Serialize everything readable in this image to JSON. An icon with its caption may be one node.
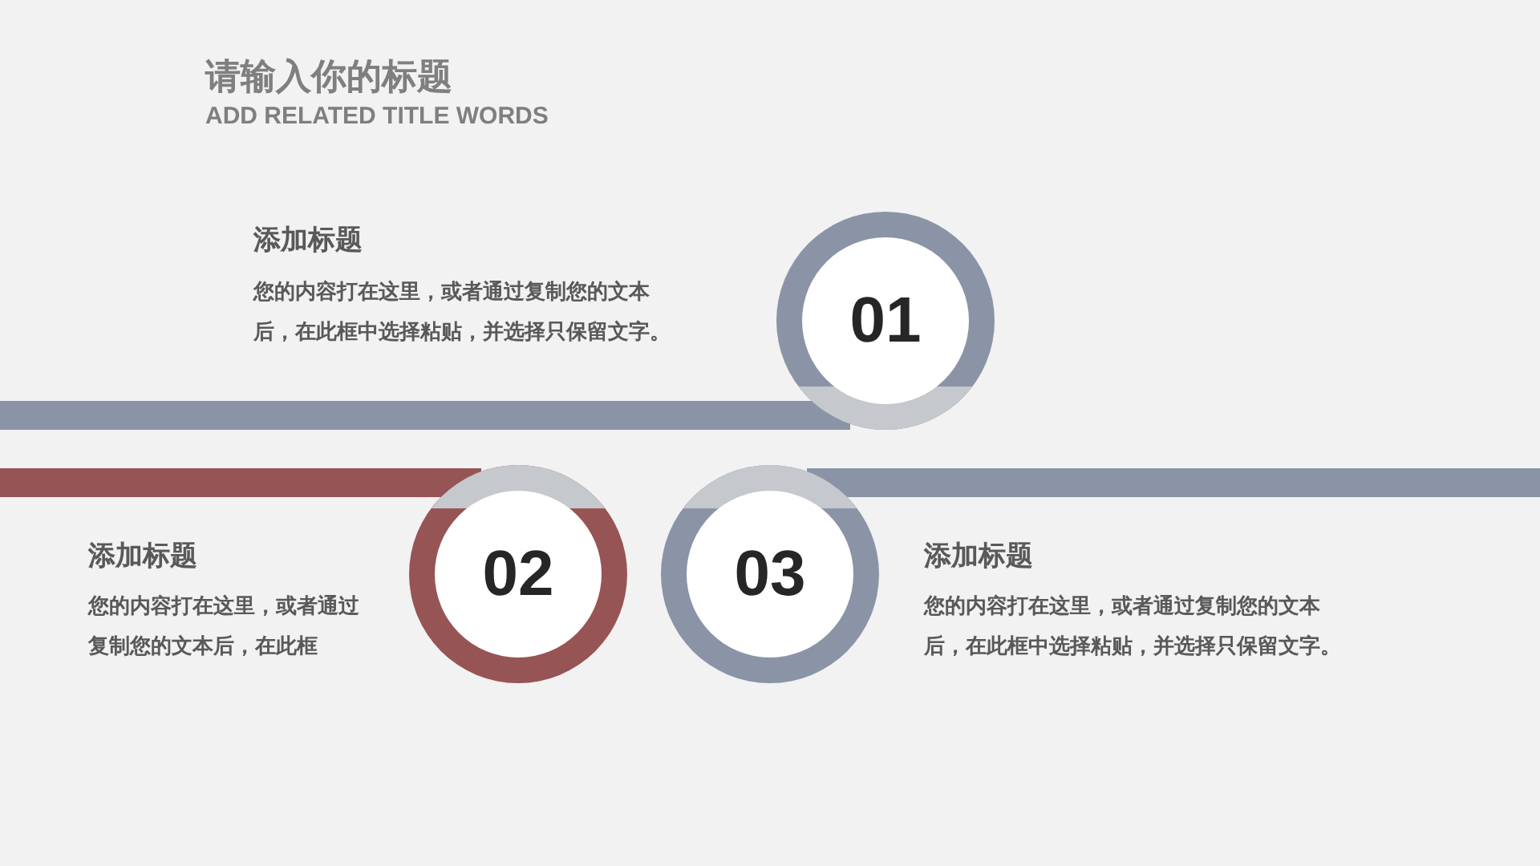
{
  "diagram": {
    "title": "请输入你的标题",
    "caption": "ADD RELATED TITLE WORDS",
    "nodes": [
      {
        "text": [
          "01"
        ],
        "beside": [
          "添加标题",
          "您的内容打在这里，或者通过复制您的文本后，在此框中选择粘贴，并选择只保留文字。"
        ]
      },
      {
        "text": [
          "02"
        ],
        "beside": [
          "添加标题",
          "您的内容打在这里，或者通过复制您的文本后，在此框"
        ]
      },
      {
        "text": [
          "03"
        ],
        "beside": [
          "添加标题",
          "您的内容打在这里，或者通过复制您的文本后，在此框中选择粘贴，并选择只保留文字。"
        ]
      },
      {
        "text": [],
        "shape": "bar"
      },
      {
        "text": [],
        "shape": "bar"
      },
      {
        "text": [],
        "shape": "bar"
      }
    ]
  }
}
